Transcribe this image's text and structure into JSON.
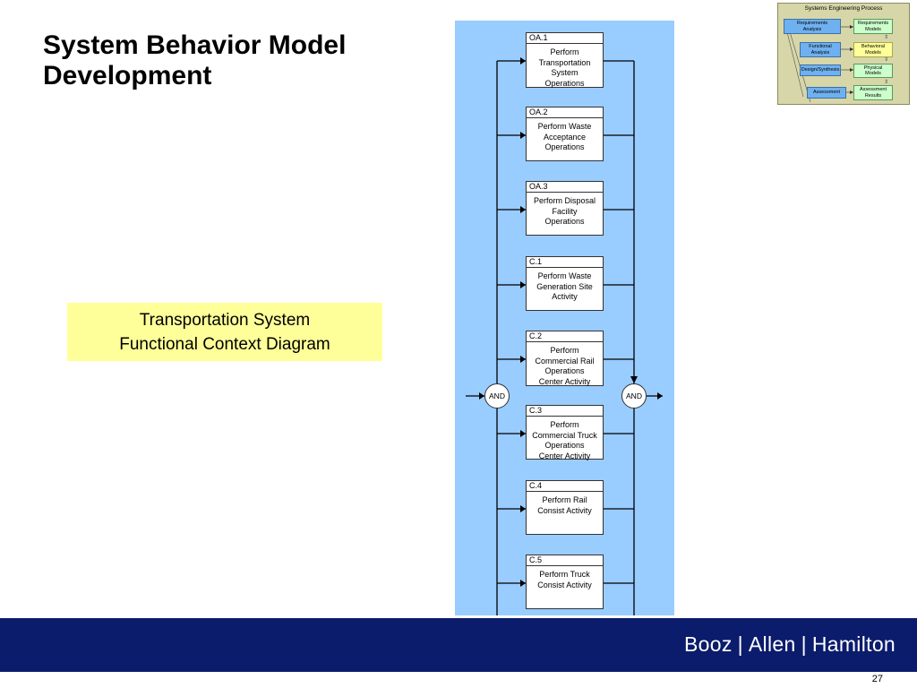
{
  "slide": {
    "title_line1": "System Behavior Model",
    "title_line2": "Development",
    "page_number": "27"
  },
  "callout": {
    "line1": "Transportation System",
    "line2": "Functional Context Diagram"
  },
  "diagram": {
    "functions": [
      {
        "id": "OA.1",
        "lines": [
          "Perform",
          "Transportation",
          "System",
          "Operations"
        ]
      },
      {
        "id": "OA.2",
        "lines": [
          "Perform Waste",
          "Acceptance",
          "Operations"
        ]
      },
      {
        "id": "OA.3",
        "lines": [
          "Perform Disposal",
          "Facility",
          "Operations"
        ]
      },
      {
        "id": "C.1",
        "lines": [
          "Perform Waste",
          "Generation Site",
          "Activity"
        ]
      },
      {
        "id": "C.2",
        "lines": [
          "Perform",
          "Commercial Rail",
          "Operations",
          "Center Activity"
        ]
      },
      {
        "id": "C.3",
        "lines": [
          "Perform",
          "Commercial Truck",
          "Operations",
          "Center Activity"
        ]
      },
      {
        "id": "C.4",
        "lines": [
          "Perform Rail",
          "Consist Activity"
        ]
      },
      {
        "id": "C.5",
        "lines": [
          "Perform Truck",
          "Consist Activity"
        ]
      }
    ],
    "left_node": "AND",
    "right_node": "AND",
    "panel_color": "#99ccff"
  },
  "inset": {
    "title": "Systems Engineering Process",
    "req_analysis": [
      "Requirements",
      "Analysis"
    ],
    "req_models": [
      "Requirements",
      "Models"
    ],
    "func_analysis": [
      "Functional",
      "Analysis"
    ],
    "behavioral_models": [
      "Behavioral",
      "Models"
    ],
    "design_synthesis": [
      "Design/Synthesis"
    ],
    "physical_models": [
      "Physical",
      "Models"
    ],
    "assessment": [
      "Assessment"
    ],
    "assessment_results": [
      "Assessment",
      "Results"
    ]
  },
  "footer": {
    "brand_1": "Booz",
    "brand_2": "Allen",
    "brand_3": "Hamilton",
    "color": "#0c1c6c"
  }
}
